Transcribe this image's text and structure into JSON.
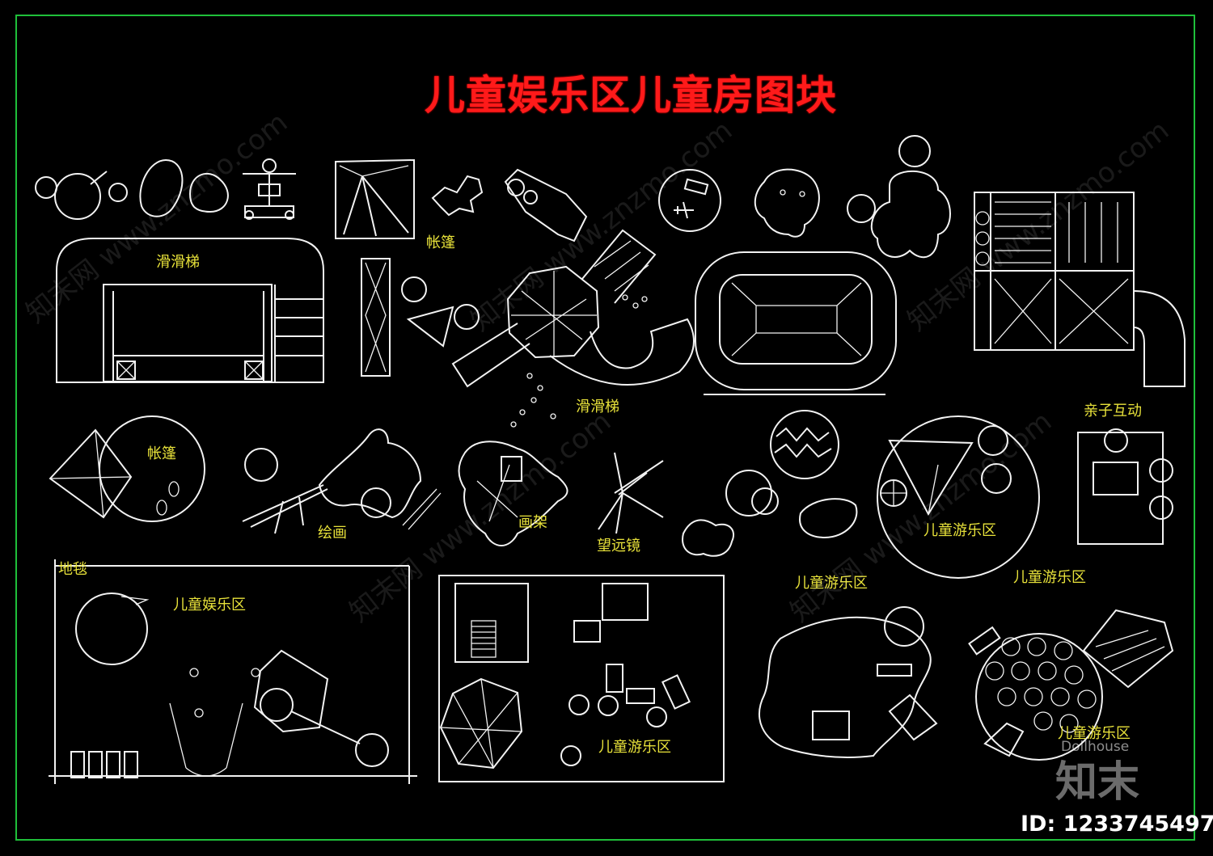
{
  "title": "儿童娱乐区儿童房图块",
  "labels": {
    "slide_1": "滑滑梯",
    "tent_1": "帐篷",
    "slide_2": "滑滑梯",
    "tent_2": "帐篷",
    "painting": "绘画",
    "easel": "画架",
    "telescope": "望远镜",
    "parent_child": "亲子互动",
    "play_area_1": "儿童游乐区",
    "carpet": "地毯",
    "entertainment": "儿童娱乐区",
    "play_area_2": "儿童游乐区",
    "play_area_3": "儿童游乐区",
    "play_area_4": "儿童游乐区",
    "play_area_5": "儿童游乐区",
    "dollhouse": "Dollhouse"
  },
  "watermark": {
    "brand": "知末",
    "id": "ID: 1233745497",
    "text_1": "知末网 www.znzmo.com",
    "text_2": "知末网 www.znzmo.com",
    "text_3": "知末网 www.znzmo.com",
    "text_4": "知末网 www.znzmo.com",
    "text_5": "知末网 www.znzmo.com"
  },
  "colors": {
    "background": "#000000",
    "frame": "#1fbf3a",
    "title": "#ff1a1a",
    "label": "#e8e23a",
    "linework": "#f2f2f2"
  }
}
